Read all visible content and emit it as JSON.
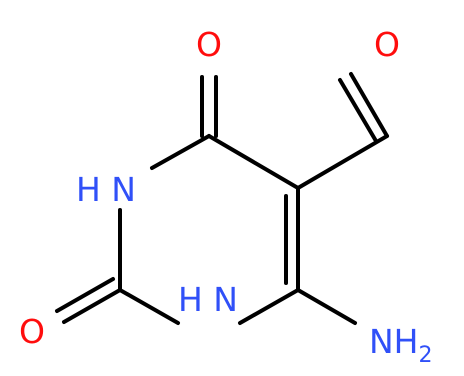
{
  "molecule": {
    "atoms": {
      "o_top": {
        "text": "O",
        "color": "#ff0d0d"
      },
      "o_aldehyde": {
        "text": "O",
        "color": "#ff0d0d"
      },
      "nh_upper": {
        "text": "H N",
        "color": "#3050f8"
      },
      "nh_lower": {
        "text": "H N",
        "color": "#3050f8"
      },
      "o_left": {
        "text": "O",
        "color": "#ff0d0d"
      },
      "amine": {
        "text": "NH",
        "sub": "2",
        "color": "#3050f8"
      }
    },
    "bond_color": "#000000"
  }
}
